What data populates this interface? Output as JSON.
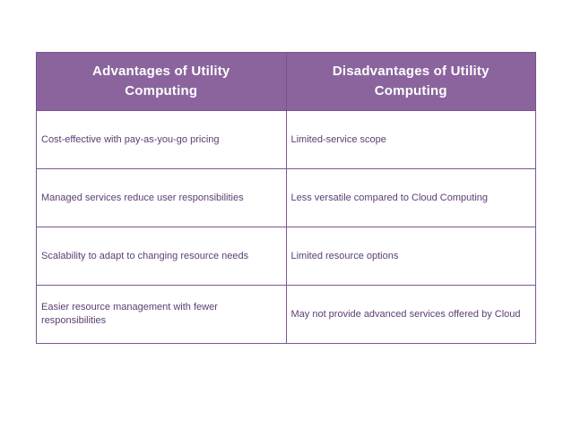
{
  "table": {
    "columns": [
      {
        "header": "Advantages of Utility Computing"
      },
      {
        "header": "Disadvantages of Utility Computing"
      }
    ],
    "rows": [
      {
        "advantage": "Cost-effective with pay-as-you-go pricing",
        "disadvantage": "Limited-service scope"
      },
      {
        "advantage": "Managed services reduce user responsibilities",
        "disadvantage": "Less versatile compared to Cloud Computing"
      },
      {
        "advantage": "Scalability to adapt to changing resource needs",
        "disadvantage": "Limited resource options"
      },
      {
        "advantage": "Easier resource management with fewer responsibilities",
        "disadvantage": "May not provide advanced services offered by Cloud"
      }
    ],
    "colors": {
      "header_background": "#8b649e",
      "header_text": "#ffffff",
      "body_text": "#5b3e72",
      "border": "#7a5792",
      "page_background": "#ffffff"
    }
  }
}
